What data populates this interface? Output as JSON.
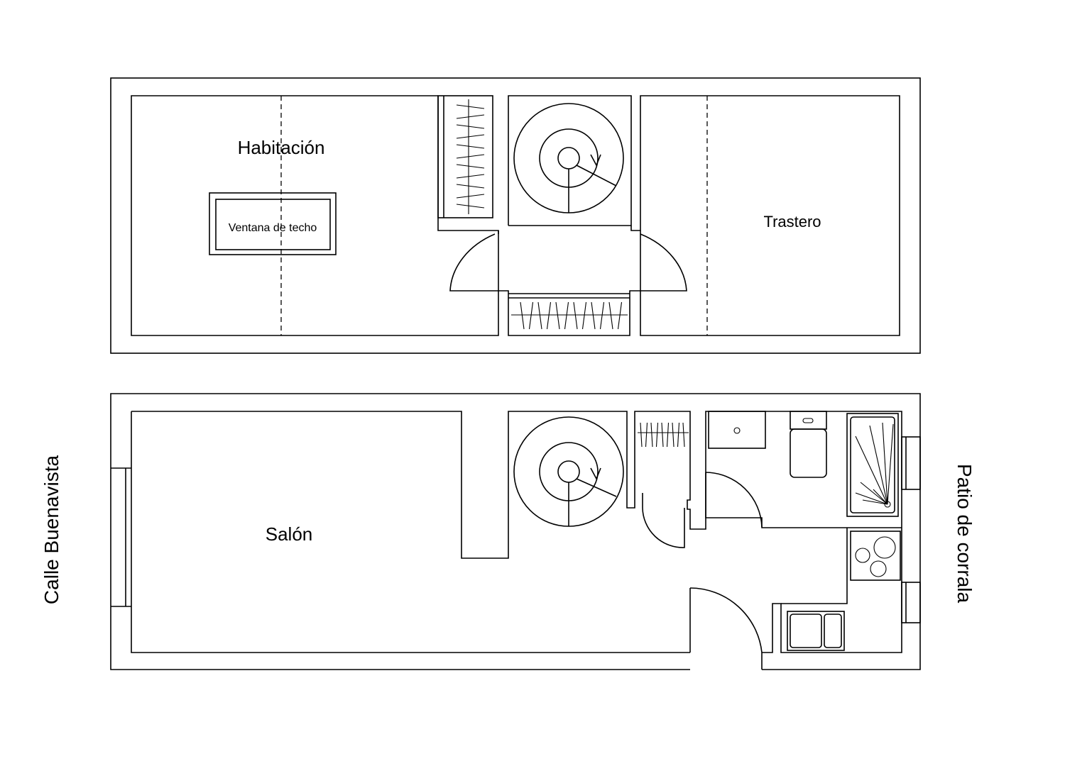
{
  "upper_floor": {
    "bedroom_label": "Habitación",
    "skylight_label": "Ventana de techo",
    "storage_label": "Trastero"
  },
  "lower_floor": {
    "living_label": "Salón"
  },
  "orientation": {
    "street_label": "Calle Buenavista",
    "courtyard_label": "Patio de corrala"
  },
  "icons": [
    "spiral-staircase-icon",
    "wardrobe-icon",
    "shower-icon",
    "toilet-icon",
    "sink-icon",
    "cooktop-icon",
    "kitchen-sink-icon",
    "door-swing-icon"
  ]
}
